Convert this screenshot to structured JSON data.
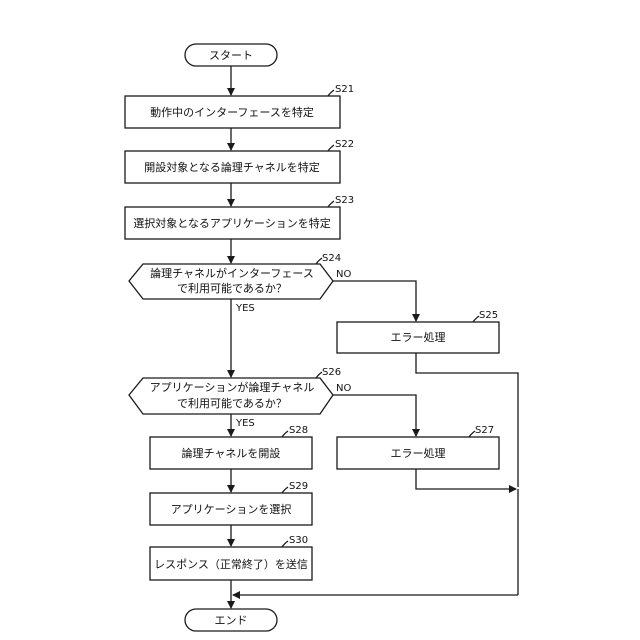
{
  "start": "スタート",
  "end": "エンド",
  "steps": {
    "s21": {
      "id": "S21",
      "text": "動作中のインターフェースを特定"
    },
    "s22": {
      "id": "S22",
      "text": "開設対象となる論理チャネルを特定"
    },
    "s23": {
      "id": "S23",
      "text": "選択対象となるアプリケーションを特定"
    },
    "s24": {
      "id": "S24",
      "line1": "論理チャネルがインターフェース",
      "line2": "で利用可能であるか？"
    },
    "s25": {
      "id": "S25",
      "text": "エラー処理"
    },
    "s26": {
      "id": "S26",
      "line1": "アプリケーションが論理チャネル",
      "line2": "で利用可能であるか？"
    },
    "s27": {
      "id": "S27",
      "text": "エラー処理"
    },
    "s28": {
      "id": "S28",
      "text": "論理チャネルを開設"
    },
    "s29": {
      "id": "S29",
      "text": "アプリケーションを選択"
    },
    "s30": {
      "id": "S30",
      "text": "レスポンス（正常終了）を送信"
    }
  },
  "branches": {
    "yes": "YES",
    "no": "NO"
  }
}
